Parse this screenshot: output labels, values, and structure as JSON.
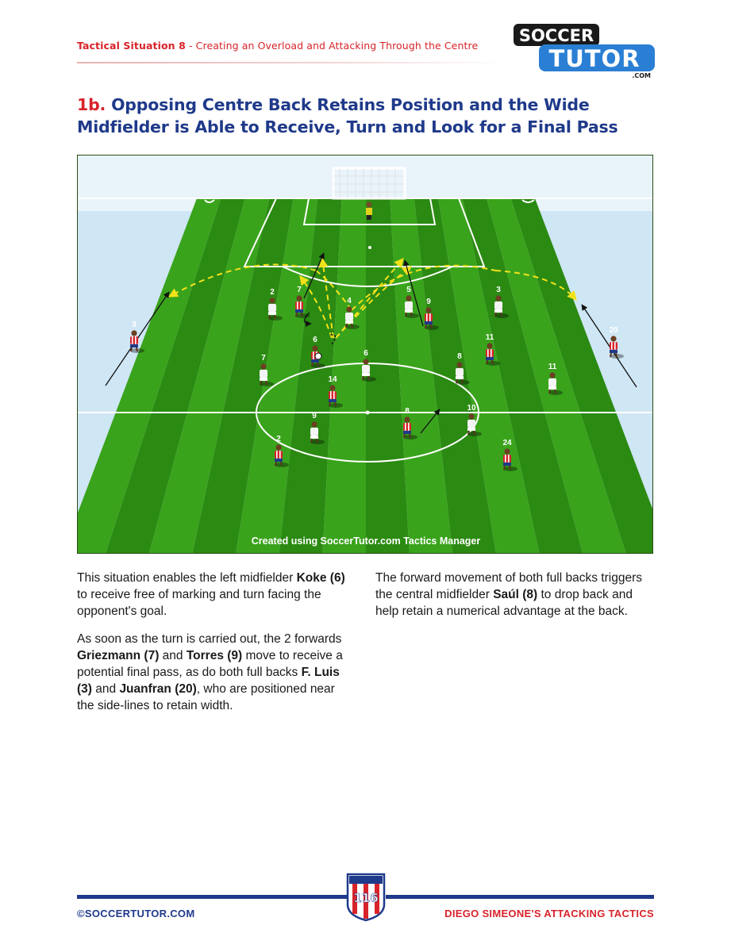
{
  "header": {
    "situation": "Tactical Situation 8",
    "separator": " - ",
    "subtitle": "Creating an Overload and Attacking Through the Centre"
  },
  "logo": {
    "line1": "SOCCER",
    "line2": "TUTOR",
    "suffix": ".COM"
  },
  "title": {
    "number": "1b.",
    "text": "Opposing Centre Back Retains Position and the Wide Midfielder is Able to Receive, Turn and Look for a Final Pass"
  },
  "diagram": {
    "credit": "Created using SoccerTutor.com Tactics Manager",
    "players": [
      {
        "label": "2",
        "team": "white"
      },
      {
        "label": "7",
        "team": "red"
      },
      {
        "label": "5",
        "team": "white"
      },
      {
        "label": "3",
        "team": "white"
      },
      {
        "label": "4",
        "team": "white"
      },
      {
        "label": "9",
        "team": "red"
      },
      {
        "label": "3",
        "team": "red"
      },
      {
        "label": "6",
        "team": "red"
      },
      {
        "label": "11",
        "team": "red"
      },
      {
        "label": "20",
        "team": "red"
      },
      {
        "label": "7",
        "team": "white"
      },
      {
        "label": "6",
        "team": "white"
      },
      {
        "label": "8",
        "team": "white"
      },
      {
        "label": "11",
        "team": "white"
      },
      {
        "label": "14",
        "team": "red"
      },
      {
        "label": "9",
        "team": "white"
      },
      {
        "label": "8",
        "team": "red"
      },
      {
        "label": "10",
        "team": "white"
      },
      {
        "label": "2",
        "team": "red"
      },
      {
        "label": "24",
        "team": "red"
      }
    ]
  },
  "col1": {
    "p1_a": "This situation enables the left midfielder ",
    "p1_b": "Koke (6)",
    "p1_c": " to receive free of marking and turn facing the opponent's goal.",
    "p2_a": "As soon as the turn is carried out, the 2 forwards ",
    "p2_b": "Griezmann (7)",
    "p2_c": " and ",
    "p2_d": "Torres (9)",
    "p2_e": " move to receive a potential final pass, as do both full backs ",
    "p2_f": "F. Luis (3)",
    "p2_g": " and ",
    "p2_h": "Juanfran (20)",
    "p2_i": ", who are positioned near the side-lines to retain width."
  },
  "col2": {
    "p1_a": "The forward movement of both full backs triggers the central midfielder ",
    "p1_b": "Saúl (8)",
    "p1_c": " to drop back and help retain a numerical advantage at the back."
  },
  "footer": {
    "left": "©SOCCERTUTOR.COM",
    "page": "116",
    "right": "DIEGO SIMEONE'S ATTACKING TACTICS"
  },
  "colors": {
    "brand_blue": "#1f3a8a",
    "brand_red": "#d8232a",
    "pitch_light": "#3aa31c",
    "pitch_dark": "#2b8a12"
  }
}
